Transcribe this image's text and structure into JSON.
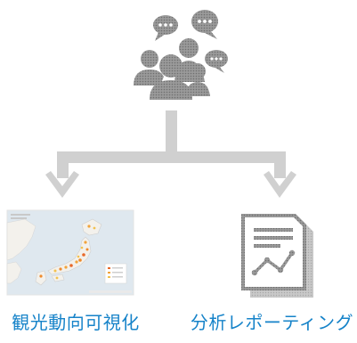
{
  "branches": [
    {
      "label": "観光動向可視化",
      "icon": "japan-map-thumbnail"
    },
    {
      "label": "分析レポーティング",
      "icon": "report-document-icon"
    }
  ],
  "top": {
    "icon": "users-chat-icon"
  },
  "colors": {
    "accent": "#1683c9",
    "connector": "#d0d0d0",
    "icon_gray": "#8a8a8a",
    "map_sea": "#dfe8ef",
    "map_land": "#f3f1ec"
  }
}
